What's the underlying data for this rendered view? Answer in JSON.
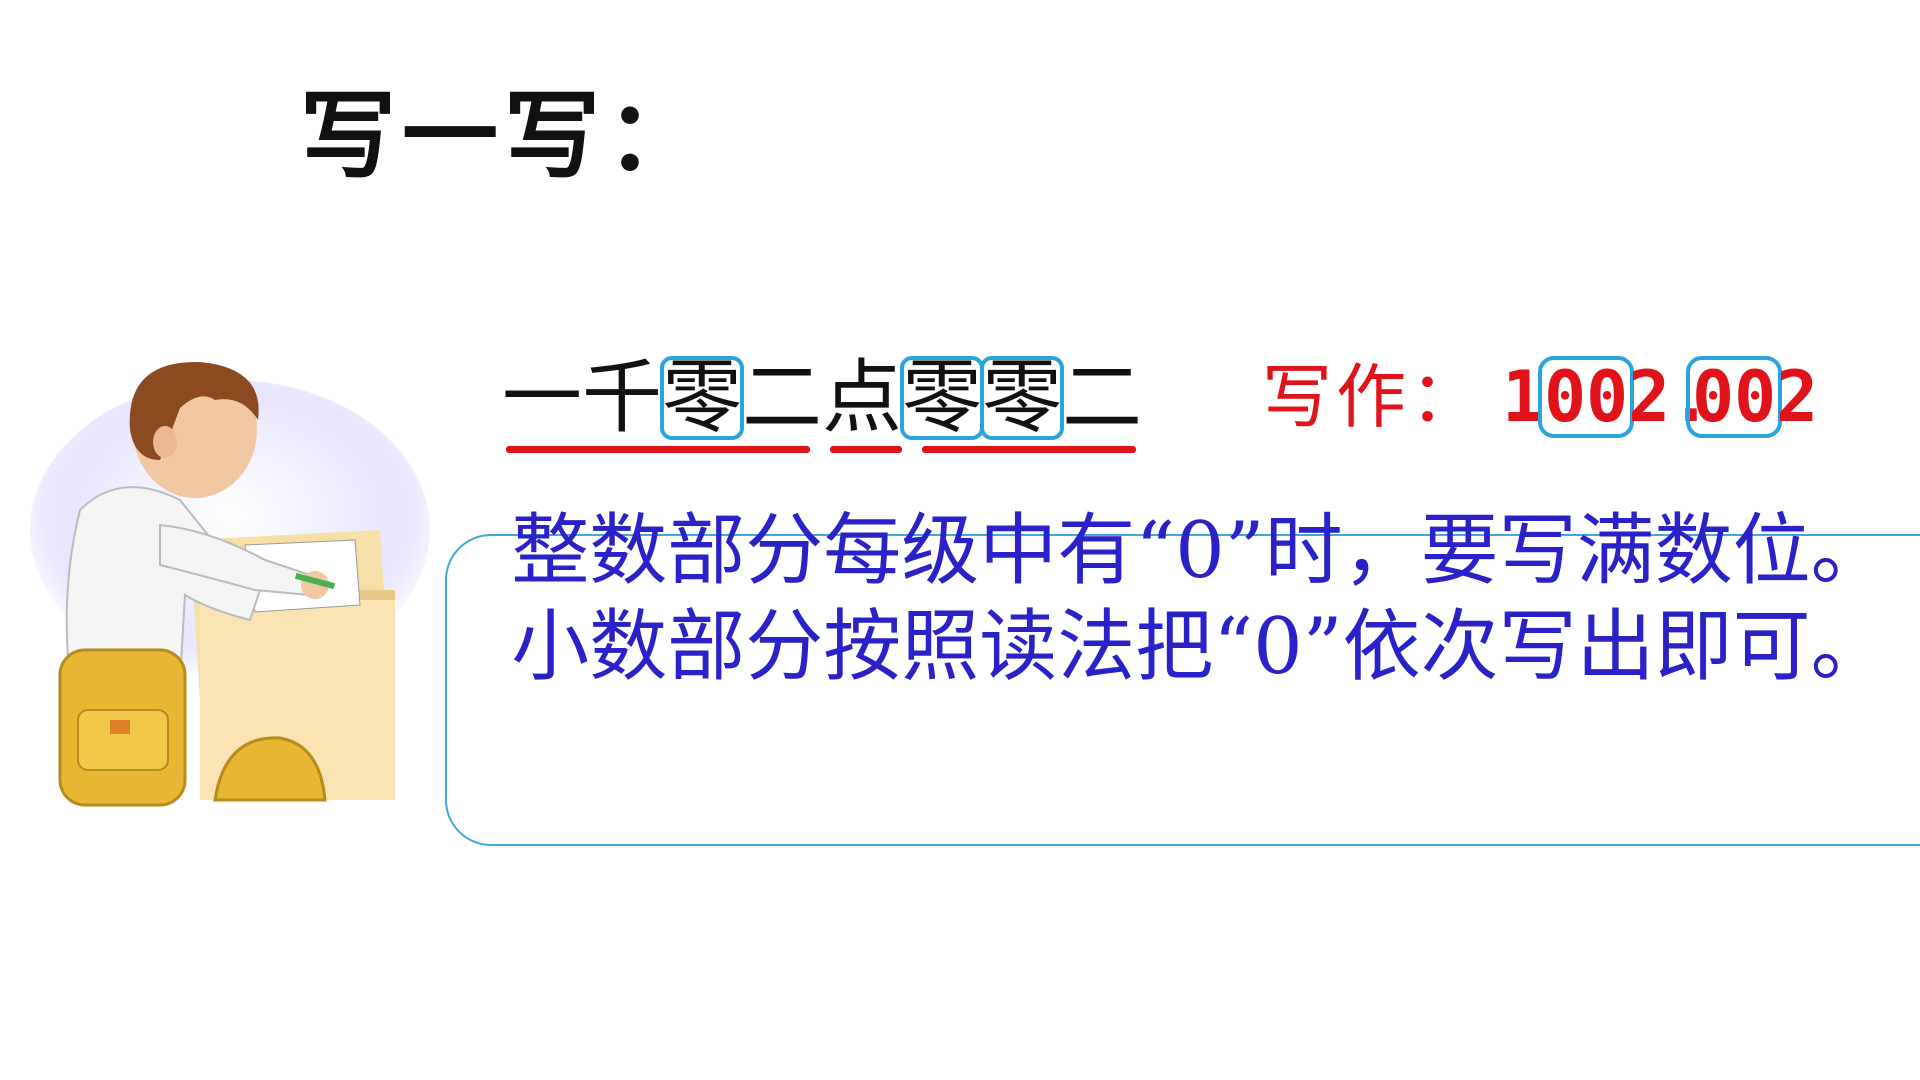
{
  "slide": {
    "title": "写一写：",
    "reading": {
      "chars": [
        {
          "text": "一",
          "boxed": false
        },
        {
          "text": "千",
          "boxed": false
        },
        {
          "text": "零",
          "boxed": true
        },
        {
          "text": "二",
          "boxed": false
        },
        {
          "text": "点",
          "boxed": false
        },
        {
          "text": "零",
          "boxed": true
        },
        {
          "text": "零",
          "boxed": true
        },
        {
          "text": "二",
          "boxed": false
        }
      ]
    },
    "writing": {
      "label": "写作：",
      "digits": [
        "1",
        "0",
        "0",
        "2",
        ".",
        "0",
        "0",
        "2"
      ]
    },
    "rules": [
      "整数部分每级中有“0”时，要写满数位。",
      "小数部分按照读法把“0”依次写出即可。"
    ]
  },
  "colors": {
    "accent_red": "#e0131a",
    "box_blue": "#2aa4dc",
    "rule_text": "#2b21c9"
  }
}
